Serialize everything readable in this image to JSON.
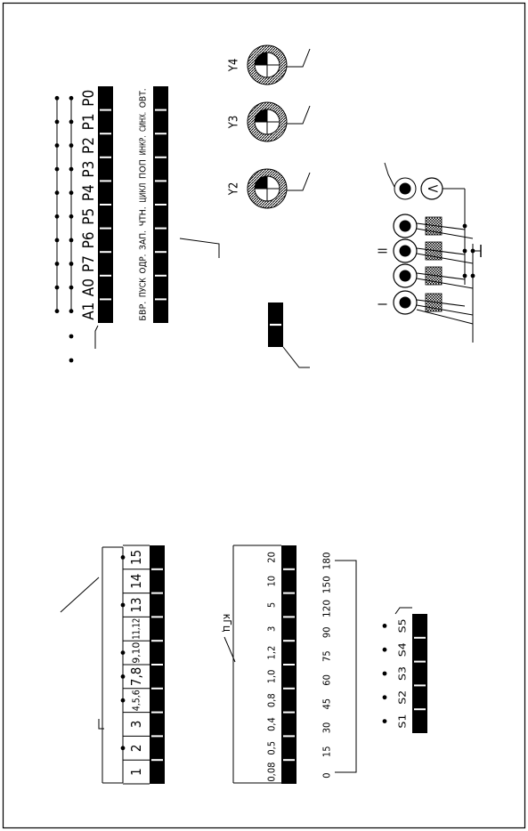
{
  "top_strip": {
    "labels": [
      "A1",
      "A0",
      "P7",
      "P6",
      "P5",
      "P4",
      "P3",
      "P2",
      "P1",
      "P0"
    ]
  },
  "mode_strip": {
    "labels": [
      "БВР.",
      "ПУСК",
      "ОДР.",
      "ЗАП.",
      "ЧТН.",
      "ЦИКЛ",
      "ПОП",
      "ИНКР.",
      "СИНХ.",
      "ОВТ."
    ]
  },
  "dials": {
    "labels": [
      "Y2",
      "Y3",
      "Y4"
    ]
  },
  "channel_group": {
    "labels": [
      "I",
      "II"
    ],
    "voltmeter": "V"
  },
  "number_strip": {
    "labels": [
      "1",
      "2",
      "3",
      "4,5,6",
      "7,8",
      "9,10",
      "11,12",
      "13",
      "14",
      "15"
    ]
  },
  "freq_scale": {
    "unit": "кГц",
    "freq_labels": [
      "0,08",
      "0,5",
      "0,4",
      "0,8",
      "1,0",
      "1,2",
      "3",
      "5",
      "10",
      "20"
    ],
    "scale_labels": [
      "0",
      "15",
      "30",
      "45",
      "60",
      "75",
      "90",
      "120",
      "150",
      "180"
    ]
  },
  "switch_strip": {
    "labels": [
      "S1",
      "S2",
      "S3",
      "S4",
      "S5"
    ]
  }
}
